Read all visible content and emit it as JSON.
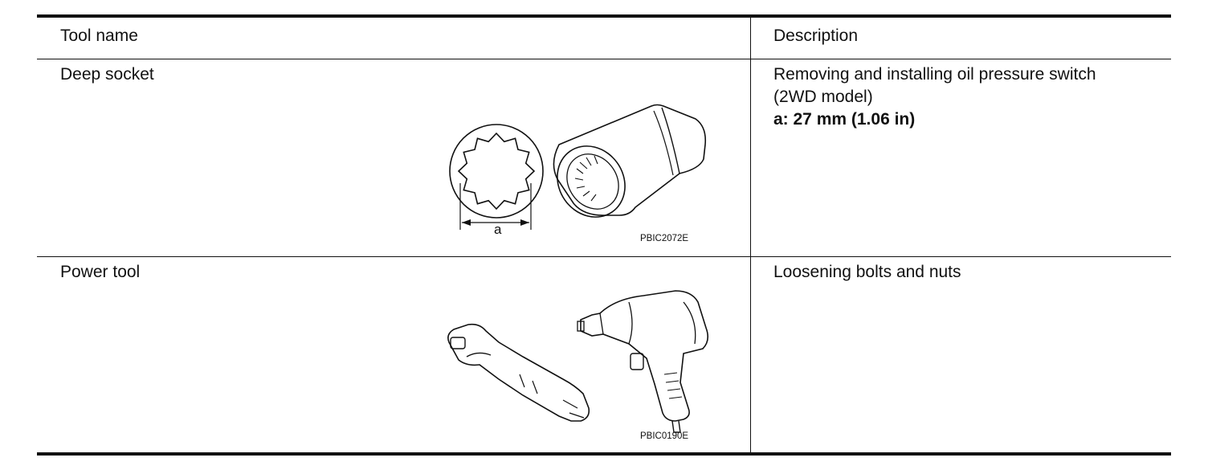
{
  "table": {
    "headers": {
      "tool_name": "Tool name",
      "description": "Description"
    },
    "rows": [
      {
        "tool_name": "Deep socket",
        "description_lines": [
          "Removing and installing oil pressure switch",
          "(2WD model)"
        ],
        "spec": "a: 27 mm (1.06 in)",
        "figure": {
          "dimension_label": "a",
          "code": "PBIC2072E",
          "icon": "deep-socket-illustration"
        }
      },
      {
        "tool_name": "Power tool",
        "description_lines": [
          "Loosening bolts and nuts"
        ],
        "figure": {
          "code": "PBIC0190E",
          "icon": "power-tool-illustration"
        }
      }
    ]
  }
}
